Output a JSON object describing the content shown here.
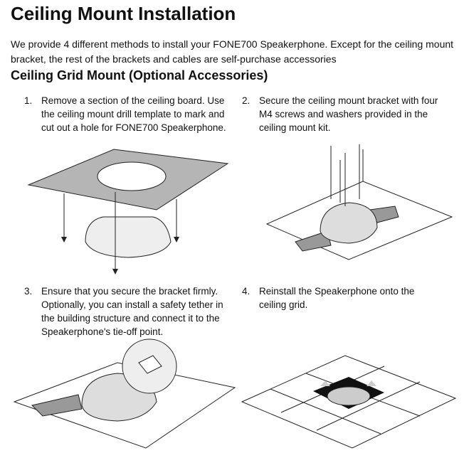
{
  "title": "Ceiling Mount Installation",
  "intro": "We provide 4 different methods to install your FONE700 Speakerphone. Except for the ceiling mount bracket, the rest of the brackets and cables are self-purchase accessories",
  "section": "Ceiling Grid Mount (Optional Accessories)",
  "steps": [
    {
      "num": "1.",
      "text": "Remove a section of the ceiling board. Use the ceiling mount drill template to mark and cut out a hole for FONE700 Speakerphone."
    },
    {
      "num": "2.",
      "text": "Secure the ceiling mount bracket with four M4 screws and washers provided in the ceiling mount kit."
    },
    {
      "num": "3.",
      "text": "Ensure that you secure the bracket firmly. Optionally, you can install a safety tether in the building structure and connect it to the Speakerphone's tie-off point."
    },
    {
      "num": "4.",
      "text": "Reinstall the Speakerphone onto the ceiling grid."
    }
  ]
}
